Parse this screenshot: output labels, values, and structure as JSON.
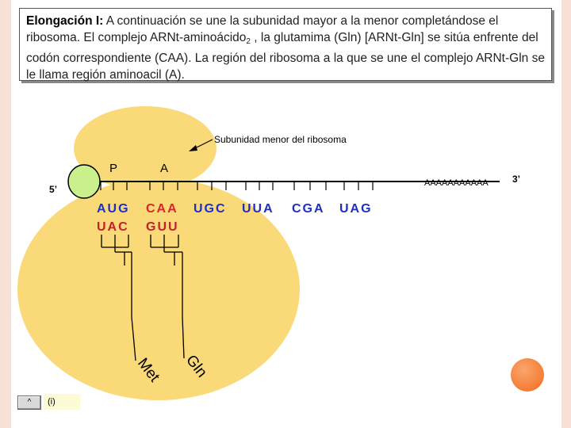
{
  "text": {
    "title": "Elongación I:",
    "body_1": " A continuación se une la subunidad mayor a la menor completándose el ribosoma. El complejo ARNt-aminoácido",
    "subscript": "2",
    "body_2": " , la glutamima (Gln) [ARNt-Gln] se sitúa enfrente del codón correspondiente (CAA). La región del ribosoma a la que se une el complejo ARNt-Gln se le llama región aminoacil (A)."
  },
  "diagram": {
    "small_subunit_label": "Subunidad menor del ribosoma",
    "site_p": "P",
    "site_a": "A",
    "end_5": "5’",
    "end_3": "3’",
    "poly_a": "AAAAAAAAAAA",
    "mrna_codons": [
      "AUG",
      "CAA",
      "UGC",
      "UUA",
      "CGA",
      "UAG"
    ],
    "anticodons": [
      "UAC",
      "GUU"
    ],
    "aa_1": "Met",
    "aa_2": "Gln"
  },
  "nav": {
    "button_label": "^",
    "slide_label": "(i)"
  },
  "colors": {
    "ribosome_fill": "#f9d978",
    "cap_fill": "#c9f08d",
    "mrna_blue": "#1f2fbf",
    "mrna_red": "#d6262b",
    "anticodon_color": "#c12030",
    "accent_orange": "#f26b1d"
  }
}
